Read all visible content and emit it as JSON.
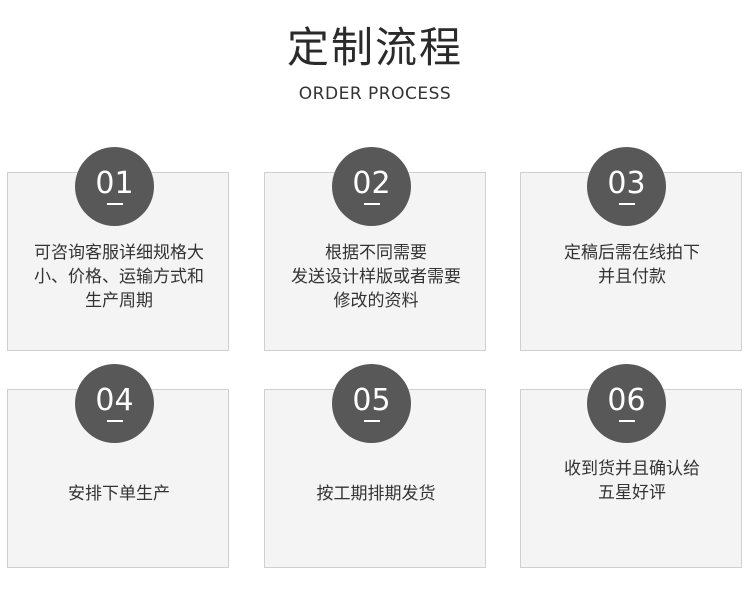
{
  "header": {
    "title": "定制流程",
    "subtitle": "ORDER PROCESS"
  },
  "steps": [
    {
      "number": "01",
      "lines": [
        "可咨询客服详细规格大",
        "小、价格、运输方式和",
        "生产周期"
      ]
    },
    {
      "number": "02",
      "lines": [
        "根据不同需要",
        "发送设计样版或者需要",
        "修改的资料"
      ]
    },
    {
      "number": "03",
      "lines": [
        "定稿后需在线拍下",
        "并且付款"
      ]
    },
    {
      "number": "04",
      "lines": [
        "安排下单生产"
      ]
    },
    {
      "number": "05",
      "lines": [
        "按工期排期发货"
      ]
    },
    {
      "number": "06",
      "lines": [
        "收到货并且确认给",
        "五星好评"
      ]
    }
  ],
  "colors": {
    "badge": "#585858",
    "card_background": "#f4f4f4",
    "card_border": "#cfcfcf",
    "text": "#333333"
  }
}
